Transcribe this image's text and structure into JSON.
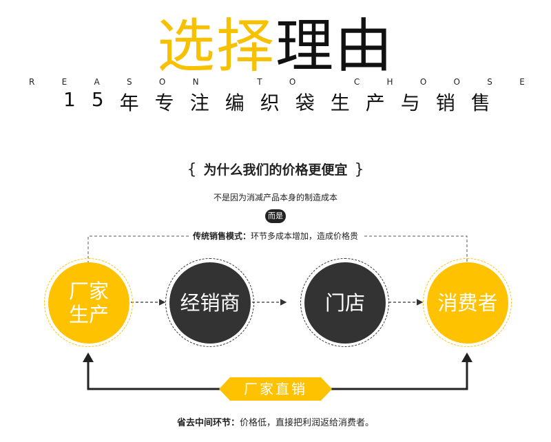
{
  "header": {
    "title_yellow": "选择",
    "title_black": "理由",
    "english_letters": [
      "R",
      "E",
      "A",
      "S",
      "O",
      "N",
      "",
      "T",
      "O",
      "",
      "C",
      "H",
      "O",
      "O",
      "S",
      "E"
    ],
    "subtitle_chars": [
      "1",
      "5",
      "年",
      "专",
      "注",
      "编",
      "织",
      "袋",
      "生",
      "产",
      "与",
      "销",
      "售"
    ]
  },
  "question": {
    "open": "{",
    "text": "为什么我们的价格更便宜",
    "close": "}"
  },
  "statement": "不是因为消减产品本身的制造成本",
  "pill": "而是",
  "traditional_mode": {
    "label": "传统销售模式：",
    "text": "环节多成本增加，造成价格贵"
  },
  "flow": {
    "nodes": [
      {
        "line1": "厂家",
        "line2": "生产"
      },
      {
        "line1": "经销商"
      },
      {
        "line1": "门店"
      },
      {
        "line1": "消费者"
      }
    ],
    "banner": "厂家直销"
  },
  "footer": {
    "label": "省去中间环节：",
    "text": "价格低，直接把利润返给消费者。"
  },
  "colors": {
    "accent": "#fec200",
    "dark": "#333333"
  }
}
